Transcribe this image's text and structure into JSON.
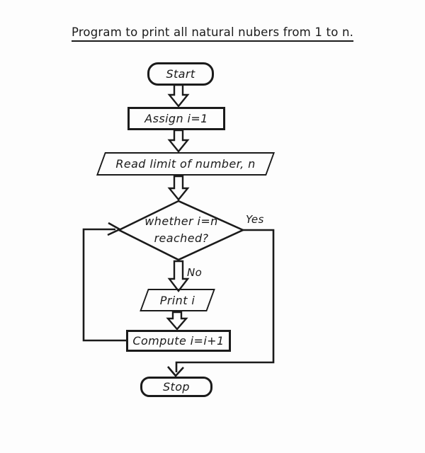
{
  "title": "Program to print all natural nubers from 1 to n.",
  "nodes": {
    "start": {
      "type": "terminator",
      "label": "Start"
    },
    "assign": {
      "type": "process",
      "label": "Assign i=1"
    },
    "read": {
      "type": "io",
      "label": "Read limit of number, n"
    },
    "decision": {
      "type": "decision",
      "line1": "whether i=n",
      "line2": "reached?"
    },
    "print": {
      "type": "io",
      "label": "Print i"
    },
    "compute": {
      "type": "process",
      "label": "Compute i=i+1"
    },
    "stop": {
      "type": "terminator",
      "label": "Stop"
    }
  },
  "branches": {
    "yes": "Yes",
    "no": "No"
  },
  "colors": {
    "ink": "#1b1b1b",
    "background": "#fdfdfd"
  }
}
